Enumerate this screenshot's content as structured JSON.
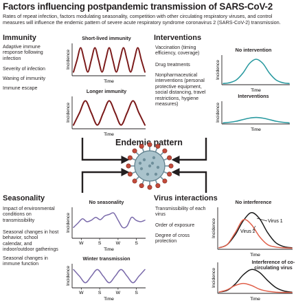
{
  "title": "Factors influencing postpandemic transmission of SARS-CoV-2",
  "subtitle": "Rates of repeat infection, factors modulating seasonality, competition with other circulating respiratory viruses, and control measures will influence the endemic pattern of severe acute respiratory syndrome coronavirus 2 (SARS-CoV-2) transmission.",
  "center_label": "Endemic pattern",
  "axis": {
    "ylabel": "Incidence",
    "xlabel": "Time",
    "ticks": [
      "W",
      "S",
      "W",
      "S"
    ]
  },
  "colors": {
    "immunity": "#7b1a1a",
    "interventions": "#2a9aa0",
    "seasonality": "#7a6aaa",
    "virus1": "#1a1a1a",
    "virus2": "#e0604a",
    "arrow": "#231f20"
  },
  "immunity": {
    "heading": "Immunity",
    "items": [
      "Adaptive immune response following infection",
      "Severity of infection",
      "Waning of immunity",
      "Immune escape"
    ],
    "chart_short_title": "Short-lived immunity",
    "chart_long_title": "Longer immunity"
  },
  "interventions": {
    "heading": "Interventions",
    "items": [
      "Vaccination (timing efficiency, coverage)",
      "Drug treatments",
      "Nonpharmaceutical interventions (personal protective equipment, social distancing, travel restrictions, hygiene measures)"
    ],
    "chart_none_title": "No intervention",
    "chart_with_title": "Interventions"
  },
  "seasonality": {
    "heading": "Seasonality",
    "items": [
      "Impact of environmental conditions on transmissibility",
      "Seasonal changes in host behavior, school calendar, and indoor/outdoor gatherings",
      "Seasonal changes in immune function"
    ],
    "chart_none_title": "No seasonality",
    "chart_winter_title": "Winter transmission"
  },
  "virus": {
    "heading": "Virus interactions",
    "items": [
      "Transmissibility of each virus",
      "Order of exposure",
      "Degree of cross protection"
    ],
    "chart_none_title": "No interference",
    "chart_with_title": "Interference of co-circulating virus",
    "label_virus1": "Virus 1",
    "label_virus2": "Virus 2"
  },
  "chart_data": [
    {
      "type": "line",
      "title": "Short-lived immunity",
      "xlabel": "Time",
      "ylabel": "Incidence",
      "series": [
        {
          "values": [
            0.1,
            0.5,
            0.9,
            0.5,
            0.1,
            0.5,
            0.9,
            0.5,
            0.1,
            0.5,
            0.9,
            0.5,
            0.1,
            0.5,
            0.9,
            0.5,
            0.1,
            0.5,
            0.9,
            0.5,
            0.1
          ]
        }
      ]
    },
    {
      "type": "line",
      "title": "Longer immunity",
      "xlabel": "Time",
      "ylabel": "Incidence",
      "series": [
        {
          "values": [
            0.1,
            0.5,
            0.9,
            0.5,
            0.1,
            0.5,
            0.9,
            0.5,
            0.1,
            0.5,
            0.9,
            0.5,
            0.1
          ]
        }
      ]
    },
    {
      "type": "line",
      "title": "No intervention",
      "xlabel": "Time",
      "ylabel": "Incidence",
      "series": [
        {
          "values": [
            0.02,
            0.05,
            0.15,
            0.4,
            0.75,
            0.9,
            0.75,
            0.4,
            0.15,
            0.05,
            0.02
          ]
        }
      ]
    },
    {
      "type": "line",
      "title": "Interventions",
      "xlabel": "Time",
      "ylabel": "Incidence",
      "series": [
        {
          "values": [
            0.02,
            0.05,
            0.1,
            0.18,
            0.25,
            0.28,
            0.25,
            0.18,
            0.1,
            0.05,
            0.02
          ]
        }
      ]
    },
    {
      "type": "line",
      "title": "No seasonality",
      "xlabel": "Time",
      "ylabel": "Incidence",
      "x_ticks": [
        "W",
        "S",
        "W",
        "S"
      ],
      "series": [
        {
          "values": [
            0.35,
            0.5,
            0.65,
            0.55,
            0.6,
            0.7,
            0.62,
            0.75,
            0.8,
            0.85,
            0.6,
            0.35,
            0.4,
            0.7,
            0.6,
            0.55,
            0.6
          ]
        }
      ]
    },
    {
      "type": "line",
      "title": "Winter transmission",
      "xlabel": "Time",
      "ylabel": "Incidence",
      "x_ticks": [
        "W",
        "S",
        "W",
        "S"
      ],
      "series": [
        {
          "values": [
            0.8,
            0.5,
            0.2,
            0.5,
            0.8,
            0.5,
            0.2,
            0.5,
            0.8,
            0.5,
            0.2,
            0.5,
            0.8
          ]
        }
      ]
    },
    {
      "type": "line",
      "title": "No interference",
      "xlabel": "Time",
      "ylabel": "Incidence",
      "series": [
        {
          "name": "Virus 1",
          "values": [
            0.02,
            0.1,
            0.35,
            0.7,
            0.9,
            0.75,
            0.4,
            0.15,
            0.05,
            0.02
          ]
        },
        {
          "name": "Virus 2",
          "values": [
            0.02,
            0.1,
            0.4,
            0.72,
            0.6,
            0.3,
            0.1,
            0.04,
            0.02,
            0.01
          ]
        }
      ]
    },
    {
      "type": "line",
      "title": "Interference of co-circulating virus",
      "xlabel": "Time",
      "ylabel": "Incidence",
      "series": [
        {
          "values": [
            0.02,
            0.08,
            0.3,
            0.62,
            0.8,
            0.7,
            0.42,
            0.18,
            0.06,
            0.02
          ]
        },
        {
          "values": [
            0.02,
            0.1,
            0.25,
            0.32,
            0.25,
            0.12,
            0.05,
            0.02,
            0.01,
            0.01
          ]
        }
      ]
    }
  ]
}
